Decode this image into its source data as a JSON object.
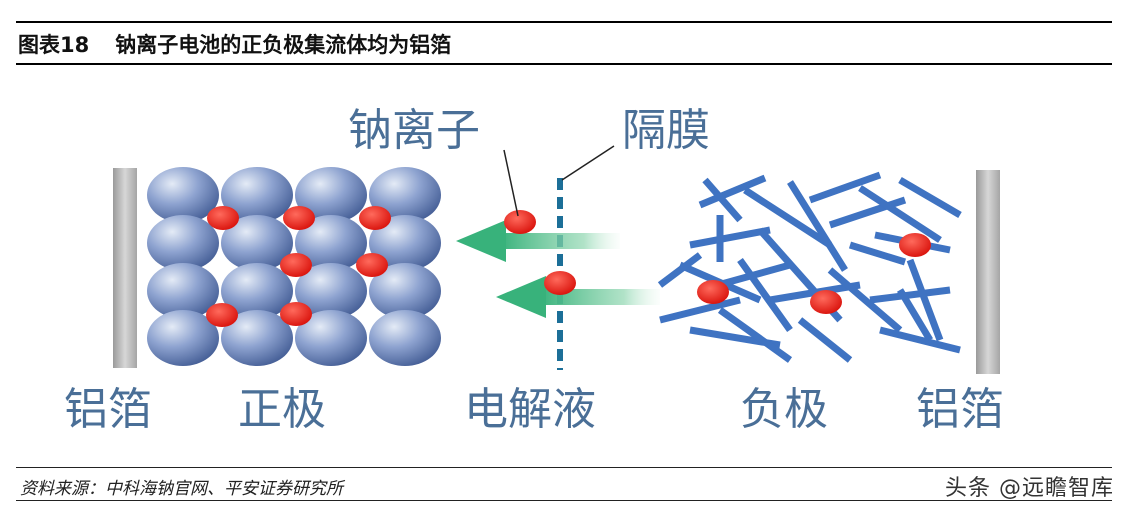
{
  "figure": {
    "number": "图表18",
    "title": "钠离子电池的正负极集流体均为铝箔"
  },
  "diagram": {
    "labels": {
      "sodium_ion": "钠离子",
      "separator": "隔膜",
      "al_foil_left": "铝箔",
      "cathode": "正极",
      "electrolyte": "电解液",
      "anode": "负极",
      "al_foil_right": "铝箔"
    },
    "colors": {
      "sphere": "#5f79b6",
      "ion": "#e8140f",
      "stick": "#3f73c2",
      "arrow": "#38b27b",
      "foil": "#b9b9b9",
      "label": "#4a6f97",
      "separator": "#1c6f98"
    }
  },
  "footer": {
    "source": "资料来源：中科海钠官网、平安证券研究所",
    "watermark": "头条 @远瞻智库"
  }
}
